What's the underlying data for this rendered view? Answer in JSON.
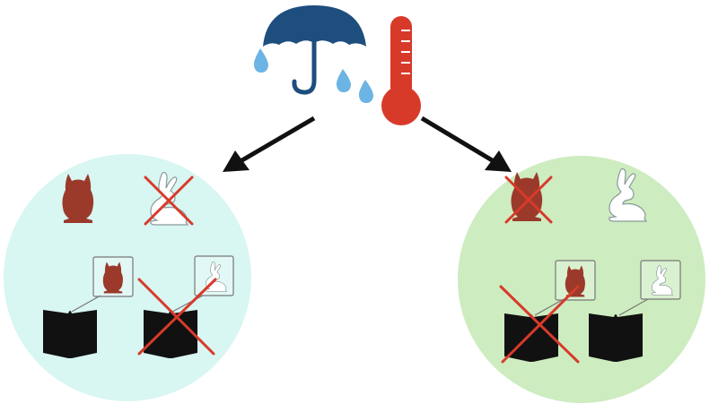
{
  "climate": {
    "umbrella_icon": "umbrella-icon",
    "raindrop_icon": "raindrop-icon",
    "thermometer_icon": "thermometer-icon"
  },
  "colors": {
    "umbrella": "#1d4e7e",
    "raindrop": "#6cb4e4",
    "thermometer": "#d83a2a",
    "owl": "#9b3a2a",
    "rabbit": "#ffffff",
    "book": "#111111",
    "cross": "#d83a2a",
    "arrow": "#111111",
    "left_circle": "#d8f6f2",
    "right_circle": "#cdecc0"
  },
  "left_scene": {
    "circle": "left-region",
    "animals": [
      {
        "kind": "owl",
        "crossed": false
      },
      {
        "kind": "rabbit",
        "crossed": true
      }
    ],
    "books": [
      {
        "subject": "owl",
        "crossed": false
      },
      {
        "subject": "rabbit",
        "crossed": true
      }
    ]
  },
  "right_scene": {
    "circle": "right-region",
    "animals": [
      {
        "kind": "owl",
        "crossed": true
      },
      {
        "kind": "rabbit",
        "crossed": false
      }
    ],
    "books": [
      {
        "subject": "owl",
        "crossed": true
      },
      {
        "subject": "rabbit",
        "crossed": false
      }
    ]
  }
}
